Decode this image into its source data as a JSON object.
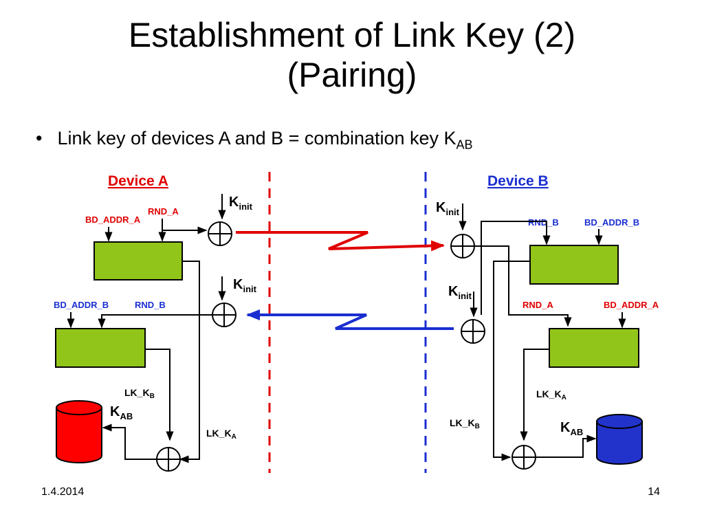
{
  "title_line1": "Establishment of Link Key (2)",
  "title_line2": "(Pairing)",
  "bullet": {
    "text": "Link key of devices A and B = combination key K",
    "sub": "AB"
  },
  "device_a": {
    "heading": "Device A",
    "bd_addr_a": "BD_ADDR_A",
    "rnd_a": "RND_A",
    "bd_addr_b": "BD_ADDR_B",
    "rnd_b": "RND_B",
    "lk_kb": "LK_K",
    "lk_kb_sub": "B",
    "lk_ka": "LK_K",
    "lk_ka_sub": "A",
    "kab": "K",
    "kab_sub": "AB",
    "kinit1": "K",
    "kinit1_sub": "init",
    "kinit2": "K",
    "kinit2_sub": "init",
    "db_color": "#ff0000"
  },
  "device_b": {
    "heading": "Device B",
    "rnd_b": "RND_B",
    "bd_addr_b": "BD_ADDR_B",
    "rnd_a": "RND_A",
    "bd_addr_a": "BD_ADDR_A",
    "lk_ka": "LK_K",
    "lk_ka_sub": "A",
    "lk_kb": "LK_K",
    "lk_kb_sub": "B",
    "kab": "K",
    "kab_sub": "AB",
    "kinit1": "K",
    "kinit1_sub": "init",
    "kinit2": "K",
    "kinit2_sub": "init",
    "db_color": "#2233cc"
  },
  "colors": {
    "red": "#e00000",
    "blue": "#1a2ed0",
    "box": "#92c51a"
  },
  "footer": {
    "date": "1.4.2014",
    "page": "14"
  }
}
